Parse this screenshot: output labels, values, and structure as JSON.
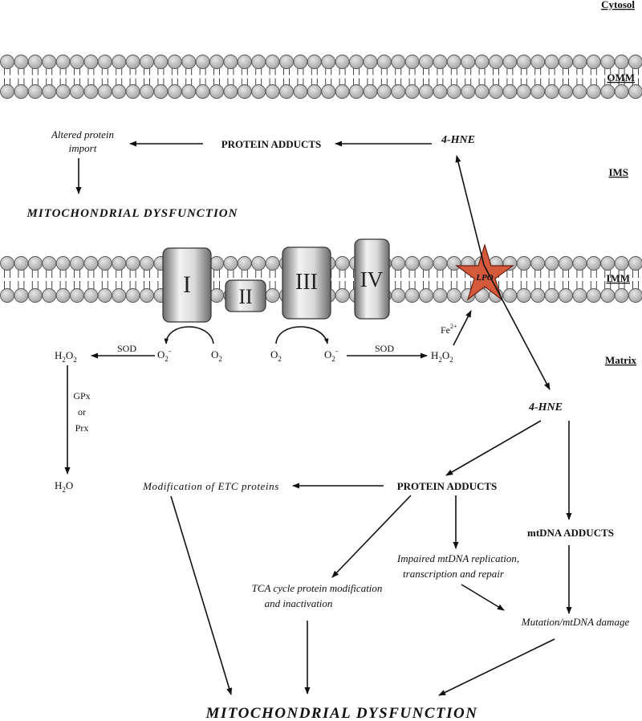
{
  "compartments": {
    "cytosol": "Cytosol",
    "omm": "OMM",
    "ims": "IMS",
    "imm": "IMM",
    "matrix": "Matrix"
  },
  "complexes": {
    "c1": "I",
    "c2": "II",
    "c3": "III",
    "c4": "IV",
    "lpo": "LPO"
  },
  "ims_pathway": {
    "hne": "4-HNE",
    "protein_adducts": "PROTEIN ADDUCTS",
    "altered_import_1": "Altered protein",
    "altered_import_2": "import",
    "dysfunction": "MITOCHONDRIAL DYSFUNCTION"
  },
  "ros": {
    "sod_left": "SOD",
    "sod_right": "SOD",
    "h2o2_left": "H",
    "h2o2_right": "H",
    "o2_sub": "2",
    "o2": "O",
    "superoxide_sup": "-",
    "gpx": "GPx",
    "or": "or",
    "prx": "Prx",
    "water": "H",
    "water_o": "O",
    "fe": "Fe",
    "fe_sup": "2+"
  },
  "matrix_pathway": {
    "hne": "4-HNE",
    "protein_adducts": "PROTEIN ADDUCTS",
    "mtdna_adducts": "mtDNA ADDUCTS",
    "etc_mod": "Modification of ETC proteins",
    "impaired_1": "Impaired mtDNA replication,",
    "impaired_2": "transcription and repair",
    "tca_1": "TCA cycle protein modification",
    "tca_2": "and inactivation",
    "mutation": "Mutation/mtDNA damage",
    "dysfunction": "MITOCHONDRIAL DYSFUNCTION"
  },
  "colors": {
    "lipid_head": "#c2c2c2",
    "complex_fill": "#a8a8a8",
    "lpo_star": "#d5593b"
  }
}
